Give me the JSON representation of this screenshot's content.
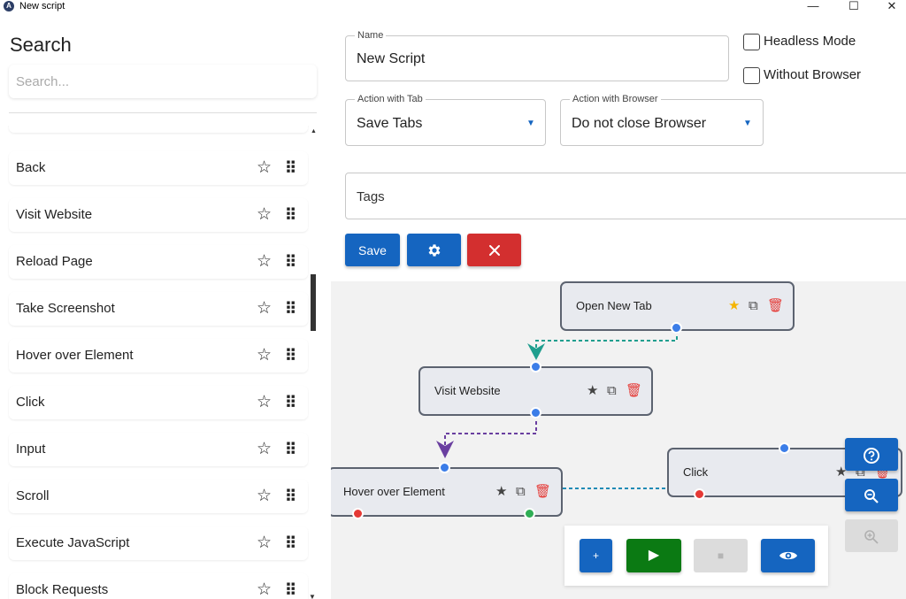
{
  "window": {
    "title": "New script",
    "app_icon_letter": "A",
    "controls": {
      "minimize": "—",
      "maximize": "☐",
      "close": "✕"
    }
  },
  "sidebar": {
    "title": "Search",
    "search_placeholder": "Search...",
    "items": [
      {
        "label": "Back"
      },
      {
        "label": "Visit Website"
      },
      {
        "label": "Reload Page"
      },
      {
        "label": "Take Screenshot"
      },
      {
        "label": "Hover over Element"
      },
      {
        "label": "Click"
      },
      {
        "label": "Input"
      },
      {
        "label": "Scroll"
      },
      {
        "label": "Execute JavaScript"
      },
      {
        "label": "Block Requests"
      }
    ],
    "item_star_icon": "☆",
    "item_drag_icon": "⠿"
  },
  "form": {
    "name_label": "Name",
    "name_value": "New Script",
    "headless_label": "Headless Mode",
    "without_browser_label": "Without Browser",
    "action_tab_label": "Action with Tab",
    "action_tab_value": "Save Tabs",
    "action_browser_label": "Action with Browser",
    "action_browser_value": "Do not close Browser",
    "tags_label": "Tags",
    "save_label": "Save",
    "caret": "▼"
  },
  "canvas": {
    "nodes": [
      {
        "label": "Open New Tab",
        "favorited": true
      },
      {
        "label": "Visit Website",
        "favorited": false
      },
      {
        "label": "Hover over Element",
        "favorited": false
      },
      {
        "label": "Click",
        "favorited": false
      }
    ],
    "colors": {
      "edge_teal": "#1f9e8e",
      "edge_purple": "#6a3fa0",
      "port_blue": "#3b7de8",
      "port_red": "#e53935",
      "port_green": "#2fae55",
      "primary": "#1565c0",
      "danger": "#d32f2f",
      "run_green": "#0b7a13"
    }
  },
  "toolbar": {
    "add_label": "+",
    "play_icon": "▶",
    "stop_icon": "■",
    "preview_icon": "eye-icon"
  }
}
